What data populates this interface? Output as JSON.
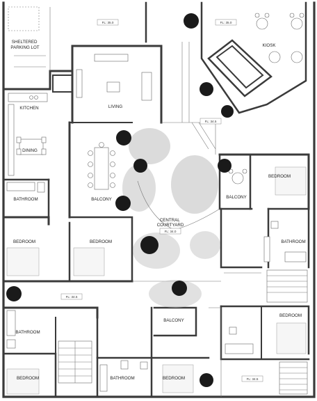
{
  "title": "",
  "rooms": {
    "sheltered_parking": "SHELTERED PARKING LOT",
    "kiosk": "KIOSK",
    "living": "LIVING",
    "kitchen": "KITCHEN",
    "dining": "DINING",
    "bathroom_1": "BATHROOM",
    "balcony_1": "BALCONY",
    "bedroom_1": "BEDROOM",
    "bedroom_2": "BEDROOM",
    "courtyard": "CENTRAL COURTYARD",
    "balcony_2": "BALCONY",
    "bedroom_3": "BEDROOM",
    "bathroom_2": "BATHROOM",
    "bedroom_4": "BEDROOM",
    "bathroom_3": "BATHROOM",
    "balcony_3": "BALCONY",
    "bedroom_5": "BEDROOM",
    "bathroom_4": "BATHROOM",
    "bedroom_6": "BEDROOM"
  },
  "levels": {
    "fl_top_left": "FL: 35.0",
    "fl_top_right": "FL: 35.0",
    "fl_mid": "FL: 34.5",
    "fl_courtyard": "FL: 34.0",
    "fl_left_bottom": "FL: 34.5",
    "fl_right_bottom": "FL: 34.5"
  },
  "colors": {
    "wall": "#3a3a3a",
    "tree_canopy": "#1a1a1a",
    "vegetation": "#8a8a8a",
    "background": "#ffffff"
  }
}
